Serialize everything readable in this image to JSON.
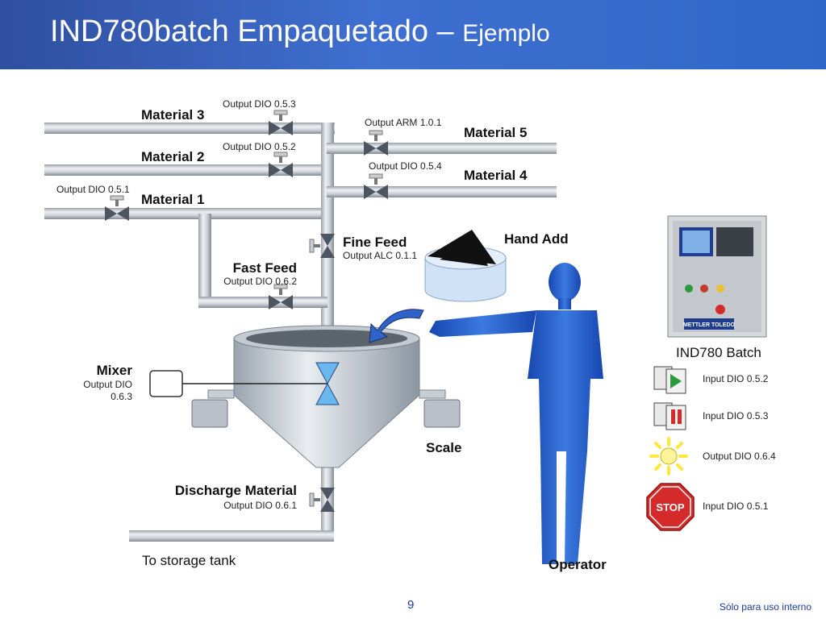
{
  "header": {
    "title_main": "IND780batch Empaquetado –",
    "title_sub": "Ejemplo"
  },
  "materials": {
    "m3": "Material 3",
    "m2": "Material 2",
    "m1": "Material 1",
    "m5": "Material 5",
    "m4": "Material 4"
  },
  "outputs": {
    "dio053": "Output DIO 0.5.3",
    "dio052": "Output DIO 0.5.2",
    "dio051": "Output DIO 0.5.1",
    "arm101": "Output ARM 1.0.1",
    "dio054": "Output DIO 0.5.4",
    "alc011": "Output ALC 0.1.1",
    "dio062": "Output DIO 0.6.2",
    "dio061": "Output DIO 0.6.1",
    "mixer_l1": "Output DIO",
    "mixer_l2": "0.6.3"
  },
  "labels": {
    "fine_feed": "Fine Feed",
    "fast_feed": "Fast Feed",
    "hand_add": "Hand Add",
    "mixer": "Mixer",
    "scale": "Scale",
    "discharge": "Discharge Material",
    "storage": "To storage tank",
    "operator": "Operator",
    "terminal": "IND780 Batch",
    "panel_brand": "METTLER TOLEDO",
    "stop": "STOP"
  },
  "controls": [
    {
      "icon": "start-icon",
      "label": "Input DIO 0.5.2"
    },
    {
      "icon": "pause-icon",
      "label": "Input DIO 0.5.3"
    },
    {
      "icon": "light-icon",
      "label": "Output DIO 0.6.4"
    },
    {
      "icon": "stop-icon",
      "label": "Input DIO 0.5.1"
    }
  ],
  "footer": {
    "page": "9",
    "note": "Sólo para uso interno"
  },
  "colors": {
    "header": "#3060c0",
    "pipe": "#c8ccd2",
    "body_blue": "#1f5fd0",
    "stop_red": "#d42a2a",
    "light_yellow": "#ffe83a"
  }
}
